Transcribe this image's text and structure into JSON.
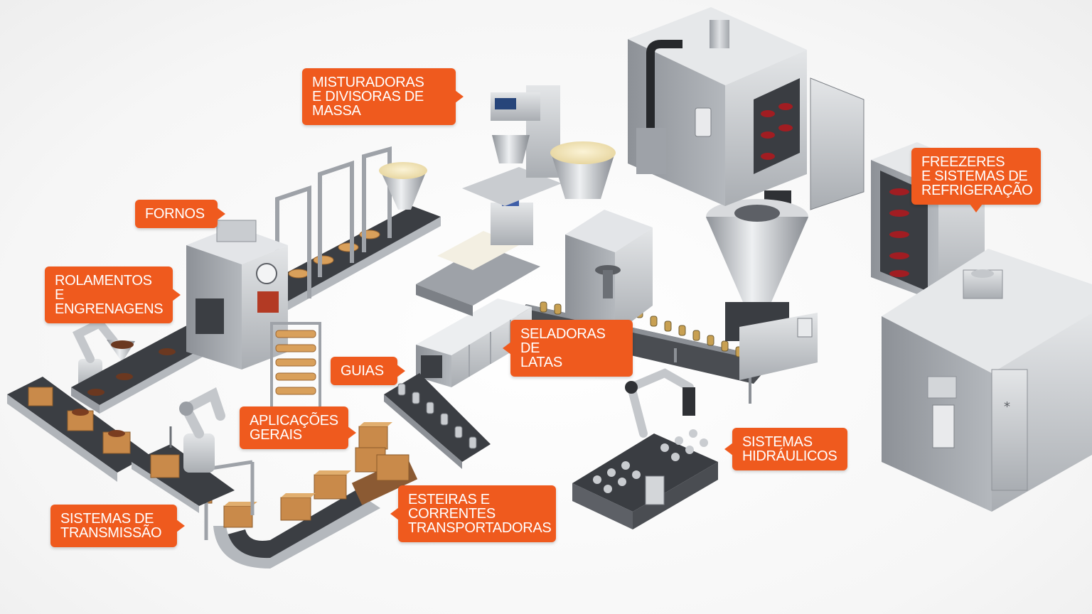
{
  "labels": {
    "misturadoras": "MISTURADORAS\nE DIVISORAS DE\nMASSA",
    "fornos": "FORNOS",
    "rolamentos": "ROLAMENTOS\nE ENGRENAGENS",
    "freezeres": "FREEZERES\nE SISTEMAS DE\nREFRIGERAÇÃO",
    "seladoras": "SELADORAS DE\nLATAS",
    "guias": "GUIAS",
    "aplicacoes": "APLICAÇÕES\nGERAIS",
    "hidraulicos": "SISTEMAS\nHIDRÁULICOS",
    "esteiras": "ESTEIRAS E\nCORRENTES\nTRANSPORTADORAS",
    "transmissao": "SISTEMAS DE\nTRANSMISSÃO"
  },
  "colors": {
    "callout": "#ef5a1e",
    "steel": "#b9bcc0",
    "steel_dark": "#7c8086",
    "belt": "#3b3e43",
    "cardboard": "#c98a4a",
    "bread": "#d9a05b"
  }
}
